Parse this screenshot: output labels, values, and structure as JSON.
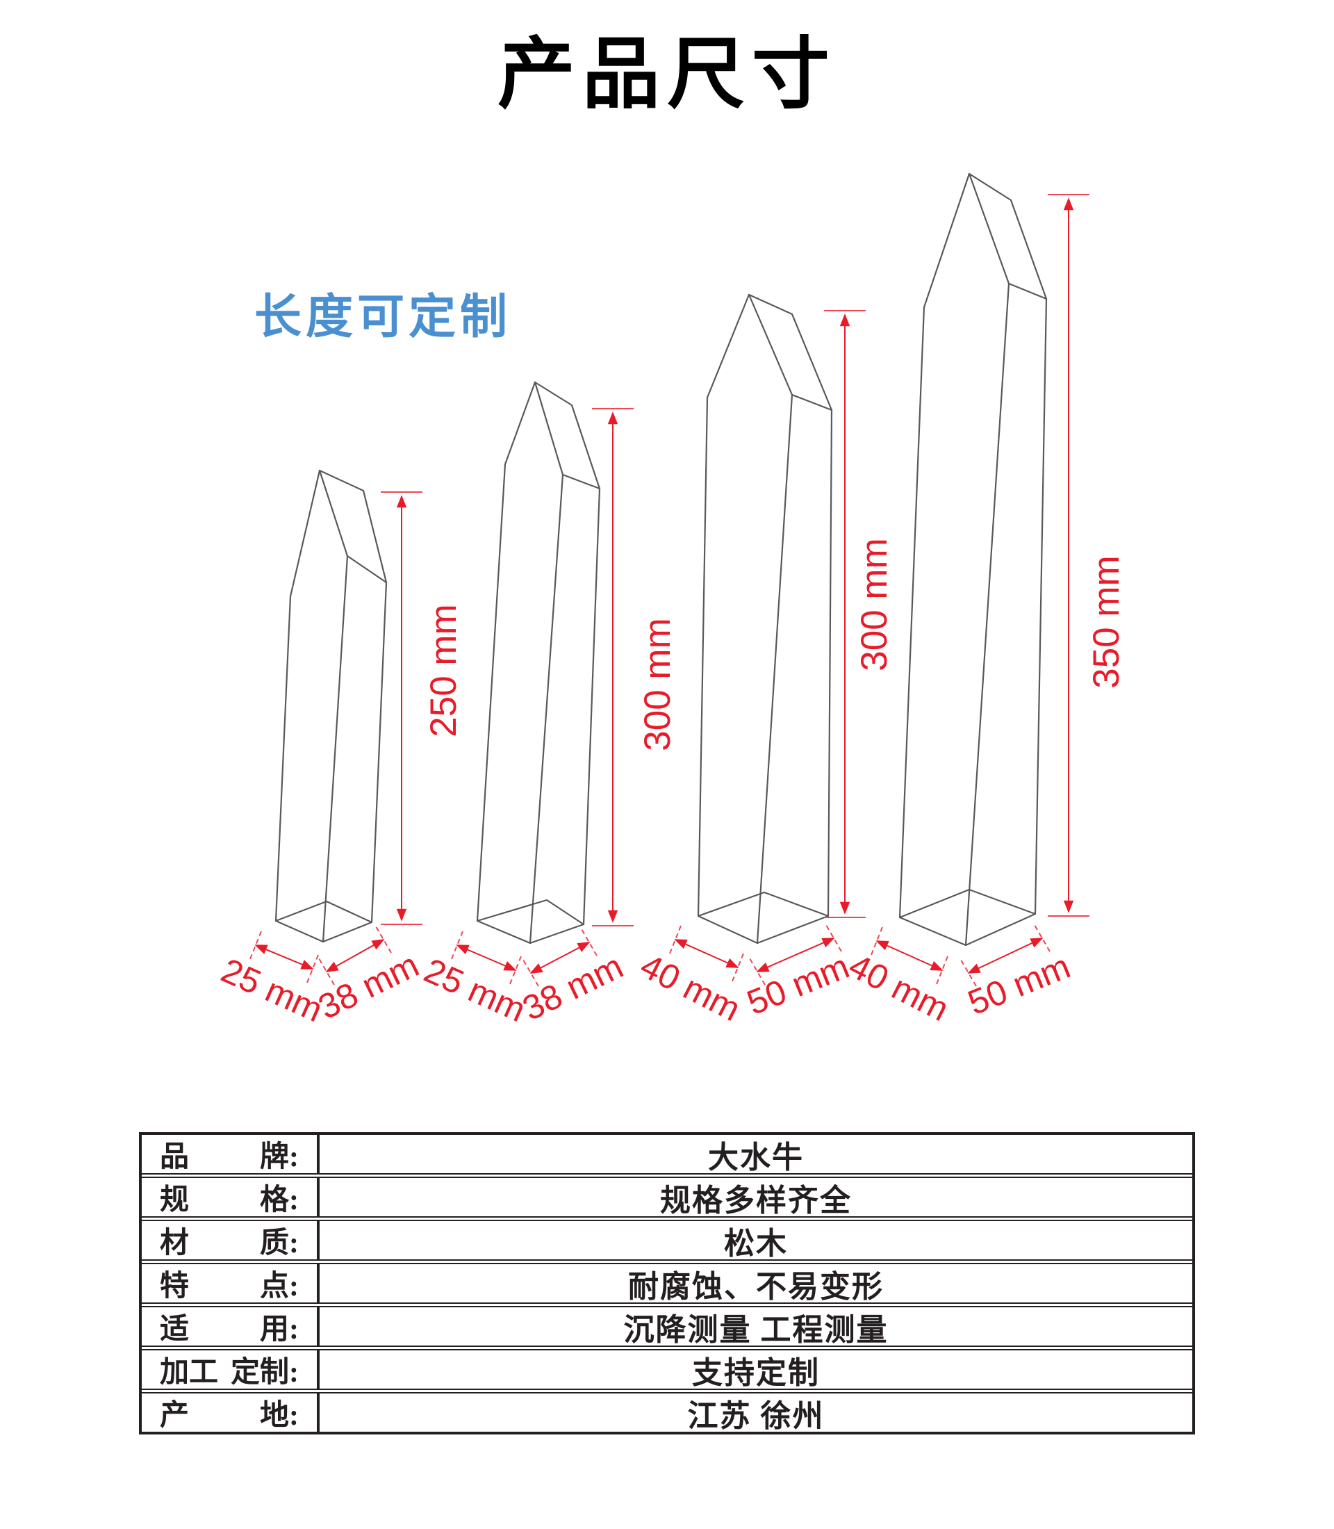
{
  "title": "产品尺寸",
  "subtitle": "长度可定制",
  "colors": {
    "dimension_red": "#e81b29",
    "note_blue": "#4a8fd0",
    "outline_gray": "#58595b"
  },
  "stakes": [
    {
      "name": "stake-25x38x250",
      "height_label": "250 mm",
      "width_label": "25 mm",
      "depth_label": "38 mm"
    },
    {
      "name": "stake-25x38x300",
      "height_label": "300 mm",
      "width_label": "25 mm",
      "depth_label": "38 mm"
    },
    {
      "name": "stake-40x50x300",
      "height_label": "300 mm",
      "width_label": "40 mm",
      "depth_label": "50 mm"
    },
    {
      "name": "stake-40x50x350",
      "height_label": "350 mm",
      "width_label": "40 mm",
      "depth_label": "50 mm"
    }
  ],
  "spec_table": {
    "rows": [
      {
        "label_left": "品",
        "label_right": "牌:",
        "value": "大水牛"
      },
      {
        "label_left": "规",
        "label_right": "格:",
        "value": "规格多样齐全"
      },
      {
        "label_left": "材",
        "label_right": "质:",
        "value": "松木"
      },
      {
        "label_left": "特",
        "label_right": "点:",
        "value": "耐腐蚀、不易变形"
      },
      {
        "label_left": "适",
        "label_right": "用:",
        "value": "沉降测量 工程测量"
      },
      {
        "label_left": "加工",
        "label_right": "定制:",
        "value": "支持定制"
      },
      {
        "label_left": "产",
        "label_right": "地:",
        "value": "江苏 徐州"
      }
    ]
  }
}
